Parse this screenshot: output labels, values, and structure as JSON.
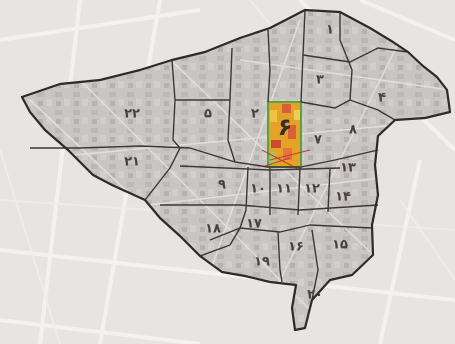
{
  "map": {
    "districts": [
      {
        "id": "1",
        "label": "۱"
      },
      {
        "id": "2",
        "label": "۲"
      },
      {
        "id": "3",
        "label": "۳"
      },
      {
        "id": "4",
        "label": "۴"
      },
      {
        "id": "5",
        "label": "۵"
      },
      {
        "id": "6",
        "label": "۶",
        "highlighted": true
      },
      {
        "id": "7",
        "label": "۷"
      },
      {
        "id": "8",
        "label": "۸"
      },
      {
        "id": "9",
        "label": "۹"
      },
      {
        "id": "10",
        "label": "۱۰"
      },
      {
        "id": "11",
        "label": "۱۱"
      },
      {
        "id": "12",
        "label": "۱۲"
      },
      {
        "id": "13",
        "label": "۱۳"
      },
      {
        "id": "14",
        "label": "۱۴"
      },
      {
        "id": "15",
        "label": "۱۵"
      },
      {
        "id": "16",
        "label": "۱۶"
      },
      {
        "id": "17",
        "label": "۱۷"
      },
      {
        "id": "18",
        "label": "۱۸"
      },
      {
        "id": "19",
        "label": "۱۹"
      },
      {
        "id": "20",
        "label": "۲۰"
      },
      {
        "id": "21",
        "label": "۲۱"
      },
      {
        "id": "22",
        "label": "۲۲"
      }
    ],
    "colors": {
      "background": "#e7e5e3",
      "city_fill": "#c8c4c1",
      "boundary": "#3d3636",
      "label": "#4a3f3f",
      "highlight_fill": "#e3a326",
      "highlight_accent": "#d8543a",
      "highlight_border": "#5aa33b"
    }
  }
}
